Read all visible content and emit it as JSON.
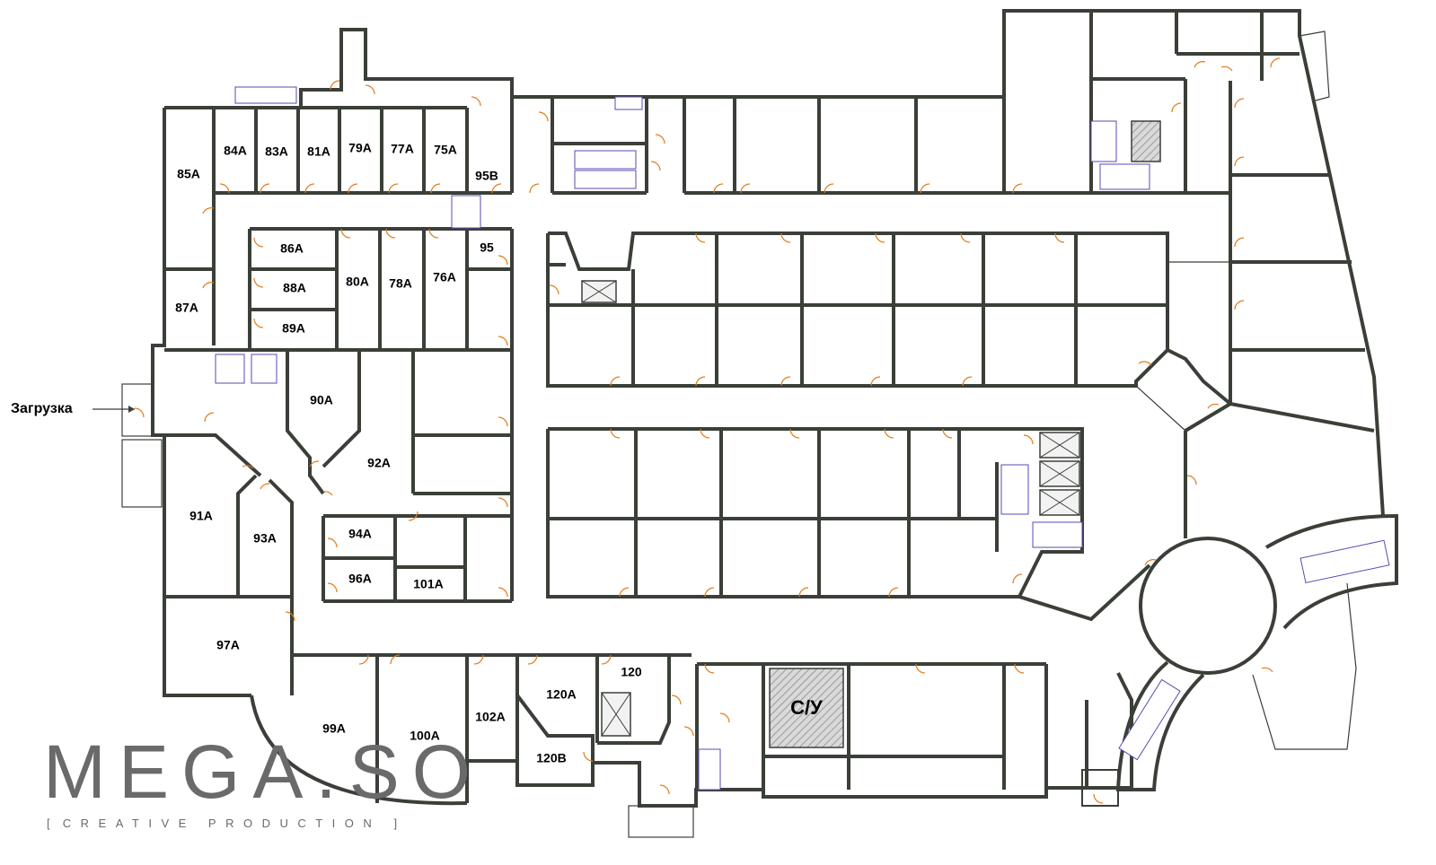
{
  "plan": {
    "loading_label": "Загрузка",
    "rooms": [
      {
        "id": "85A",
        "label": "85А"
      },
      {
        "id": "84A",
        "label": "84А"
      },
      {
        "id": "83A",
        "label": "83А"
      },
      {
        "id": "81A",
        "label": "81А"
      },
      {
        "id": "79A",
        "label": "79А"
      },
      {
        "id": "77A",
        "label": "77А"
      },
      {
        "id": "75A",
        "label": "75А"
      },
      {
        "id": "95B",
        "label": "95В"
      },
      {
        "id": "86A",
        "label": "86А"
      },
      {
        "id": "88A",
        "label": "88А"
      },
      {
        "id": "89A",
        "label": "89А"
      },
      {
        "id": "80A",
        "label": "80А"
      },
      {
        "id": "78A",
        "label": "78А"
      },
      {
        "id": "76A",
        "label": "76А"
      },
      {
        "id": "95",
        "label": "95"
      },
      {
        "id": "87A",
        "label": "87А"
      },
      {
        "id": "90A",
        "label": "90А"
      },
      {
        "id": "92A",
        "label": "92А"
      },
      {
        "id": "91A",
        "label": "91А"
      },
      {
        "id": "93A",
        "label": "93А"
      },
      {
        "id": "94A",
        "label": "94А"
      },
      {
        "id": "96A",
        "label": "96А"
      },
      {
        "id": "101A",
        "label": "101А"
      },
      {
        "id": "97A",
        "label": "97А"
      },
      {
        "id": "99A",
        "label": "99А"
      },
      {
        "id": "100A",
        "label": "100А"
      },
      {
        "id": "102A",
        "label": "102А"
      },
      {
        "id": "120A",
        "label": "120А"
      },
      {
        "id": "120",
        "label": "120"
      },
      {
        "id": "120B",
        "label": "120В"
      },
      {
        "id": "WC",
        "label": "С/У"
      }
    ]
  },
  "brand": {
    "name": "MEGA.SO",
    "tagline": "CREATIVE PRODUCTION",
    "bracket_left": "[",
    "bracket_right": "]"
  },
  "colors": {
    "wall": "#3a3f38",
    "door": "#e07b1a",
    "stairs": "#5a4ab0",
    "brand": "#6a6a6a"
  }
}
